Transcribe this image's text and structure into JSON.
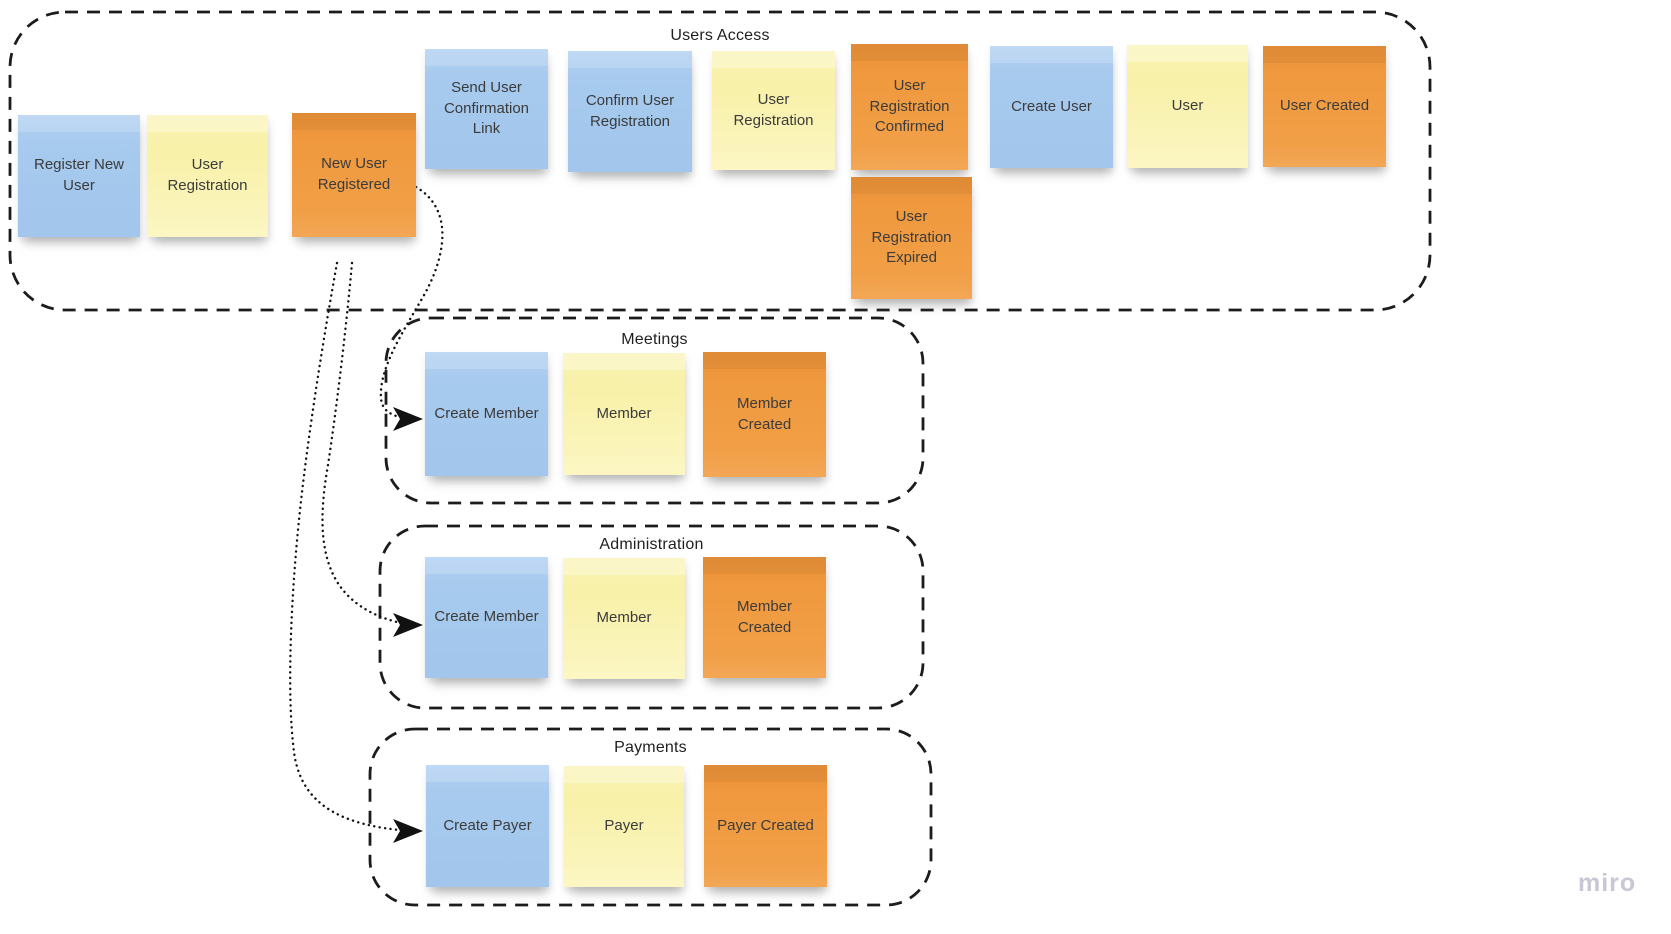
{
  "groups": [
    {
      "title": "Users Access",
      "notes": [
        {
          "label": "Register New User",
          "color": "blue"
        },
        {
          "label": "User Registration",
          "color": "yellow"
        },
        {
          "label": "New User Registered",
          "color": "orange"
        },
        {
          "label": "Send User Confirmation Link",
          "color": "blue"
        },
        {
          "label": "Confirm User Registration",
          "color": "blue"
        },
        {
          "label": "User Registration",
          "color": "yellow"
        },
        {
          "label": "User Registration Confirmed",
          "color": "orange"
        },
        {
          "label": "Create User",
          "color": "blue"
        },
        {
          "label": "User",
          "color": "yellow"
        },
        {
          "label": "User Created",
          "color": "orange"
        },
        {
          "label": "User Registration Expired",
          "color": "orange"
        }
      ]
    },
    {
      "title": "Meetings",
      "notes": [
        {
          "label": "Create Member",
          "color": "blue"
        },
        {
          "label": "Member",
          "color": "yellow"
        },
        {
          "label": "Member Created",
          "color": "orange"
        }
      ]
    },
    {
      "title": "Administration",
      "notes": [
        {
          "label": "Create Member",
          "color": "blue"
        },
        {
          "label": "Member",
          "color": "yellow"
        },
        {
          "label": "Member Created",
          "color": "orange"
        }
      ]
    },
    {
      "title": "Payments",
      "notes": [
        {
          "label": "Create Payer",
          "color": "blue"
        },
        {
          "label": "Payer",
          "color": "yellow"
        },
        {
          "label": "Payer Created",
          "color": "orange"
        }
      ]
    }
  ],
  "connectors": [
    {
      "from": "New User Registered",
      "to": "Create Member (Meetings)",
      "style": "dotted-arrow"
    },
    {
      "from": "New User Registered",
      "to": "Create Member (Administration)",
      "style": "dotted-arrow"
    },
    {
      "from": "New User Registered",
      "to": "Create Payer (Payments)",
      "style": "dotted-arrow"
    }
  ],
  "watermark": "miro",
  "colors": {
    "sticky_blue": "#a7caee",
    "sticky_yellow": "#f9f2ae",
    "sticky_orange": "#f0993e",
    "frame_outline": "#1c1c1c",
    "note_text": "#3b3b3b",
    "watermark": "#c8c7d5"
  }
}
